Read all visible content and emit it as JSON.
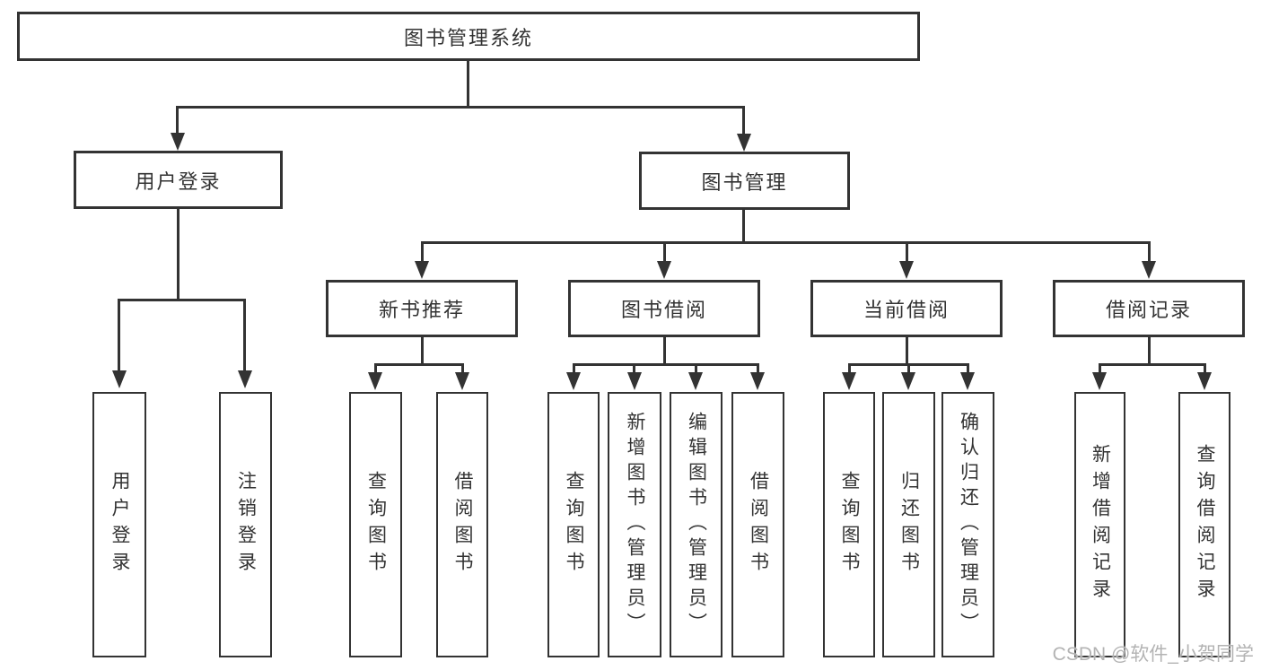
{
  "tree": {
    "root": "图书管理系统",
    "branches": [
      {
        "label": "用户登录",
        "children": [
          {
            "label": "用户登录"
          },
          {
            "label": "注销登录"
          }
        ]
      },
      {
        "label": "图书管理",
        "children": [
          {
            "label": "新书推荐",
            "children": [
              {
                "label": "查询图书"
              },
              {
                "label": "借阅图书"
              }
            ]
          },
          {
            "label": "图书借阅",
            "children": [
              {
                "label": "查询图书"
              },
              {
                "label": "新增图书（管理员）"
              },
              {
                "label": "编辑图书（管理员）"
              },
              {
                "label": "借阅图书"
              }
            ]
          },
          {
            "label": "当前借阅",
            "children": [
              {
                "label": "查询图书"
              },
              {
                "label": "归还图书"
              },
              {
                "label": "确认归还（管理员）"
              }
            ]
          },
          {
            "label": "借阅记录",
            "children": [
              {
                "label": "新增借阅记录"
              },
              {
                "label": "查询借阅记录"
              }
            ]
          }
        ]
      }
    ]
  },
  "watermark": {
    "text": "CSDN @软件_小贺同学"
  },
  "colors": {
    "line": "#333333",
    "text": "#333333",
    "watermark": "#b3b3b3",
    "background": "#ffffff"
  }
}
